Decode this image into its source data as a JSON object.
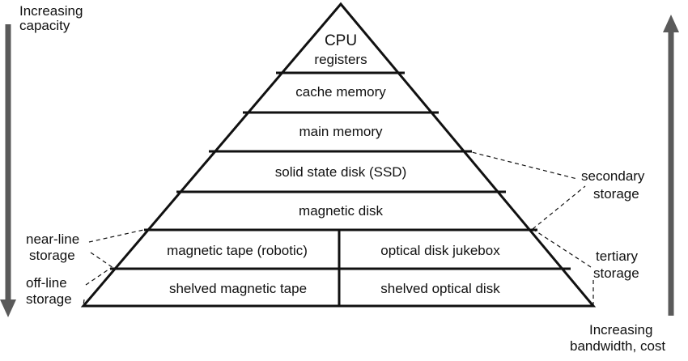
{
  "arrows": {
    "left": {
      "label_line1": "Increasing",
      "label_line2": "capacity",
      "direction": "down",
      "color": "#5a5a5a"
    },
    "right": {
      "label_line1": "Increasing",
      "label_line2": "bandwidth, cost",
      "direction": "up",
      "color": "#5a5a5a"
    }
  },
  "pyramid": {
    "apex": {
      "line1": "CPU",
      "line2": "registers"
    },
    "levels": [
      {
        "label": "cache memory"
      },
      {
        "label": "main memory"
      },
      {
        "label": "solid state disk (SSD)"
      },
      {
        "label": "magnetic disk"
      }
    ],
    "split_levels": [
      {
        "left": "magnetic tape (robotic)",
        "right": "optical disk jukebox"
      },
      {
        "left": "shelved magnetic tape",
        "right": "shelved optical disk"
      }
    ]
  },
  "groups": {
    "secondary": {
      "line1": "secondary",
      "line2": "storage"
    },
    "tertiary": {
      "line1": "tertiary",
      "line2": "storage"
    },
    "near_line": {
      "line1": "near-line",
      "line2": "storage"
    },
    "off_line": {
      "line1": "off-line",
      "line2": "storage"
    }
  }
}
